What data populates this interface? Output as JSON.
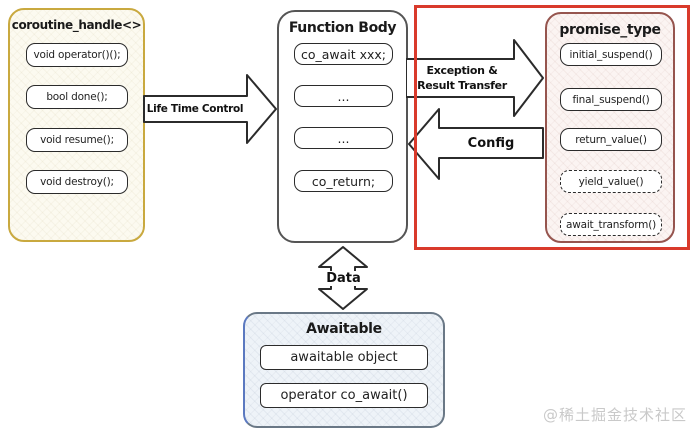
{
  "coroutine_handle": {
    "title": "coroutine_handle<>",
    "items": [
      "void operator()();",
      "bool done();",
      "void resume();",
      "void destroy();"
    ]
  },
  "function_body": {
    "title": "Function Body",
    "items": [
      "co_await xxx;",
      "...",
      "...",
      "co_return;"
    ]
  },
  "promise_type": {
    "title": "promise_type",
    "items": [
      "initial_suspend()",
      "final_suspend()",
      "return_value()",
      "yield_value()",
      "await_transform()"
    ]
  },
  "awaitable": {
    "title": "Awaitable",
    "items": [
      "awaitable object",
      "operator co_await()"
    ]
  },
  "arrows": {
    "lifetime": "Life Time Control",
    "exception": [
      "Exception &",
      "Result Transfer"
    ],
    "config": "Config",
    "data": "Data"
  },
  "watermark": "@稀土掘金技术社区",
  "colors": {
    "coroutine_border": "#c9a93f",
    "function_border": "#555555",
    "promise_border": "#96554e",
    "highlight_red": "#d93a2b",
    "awaitable_border": "#6a7886",
    "arrow_outline": "#2b2b2b",
    "watermark_gray": "#c9c9c9"
  }
}
